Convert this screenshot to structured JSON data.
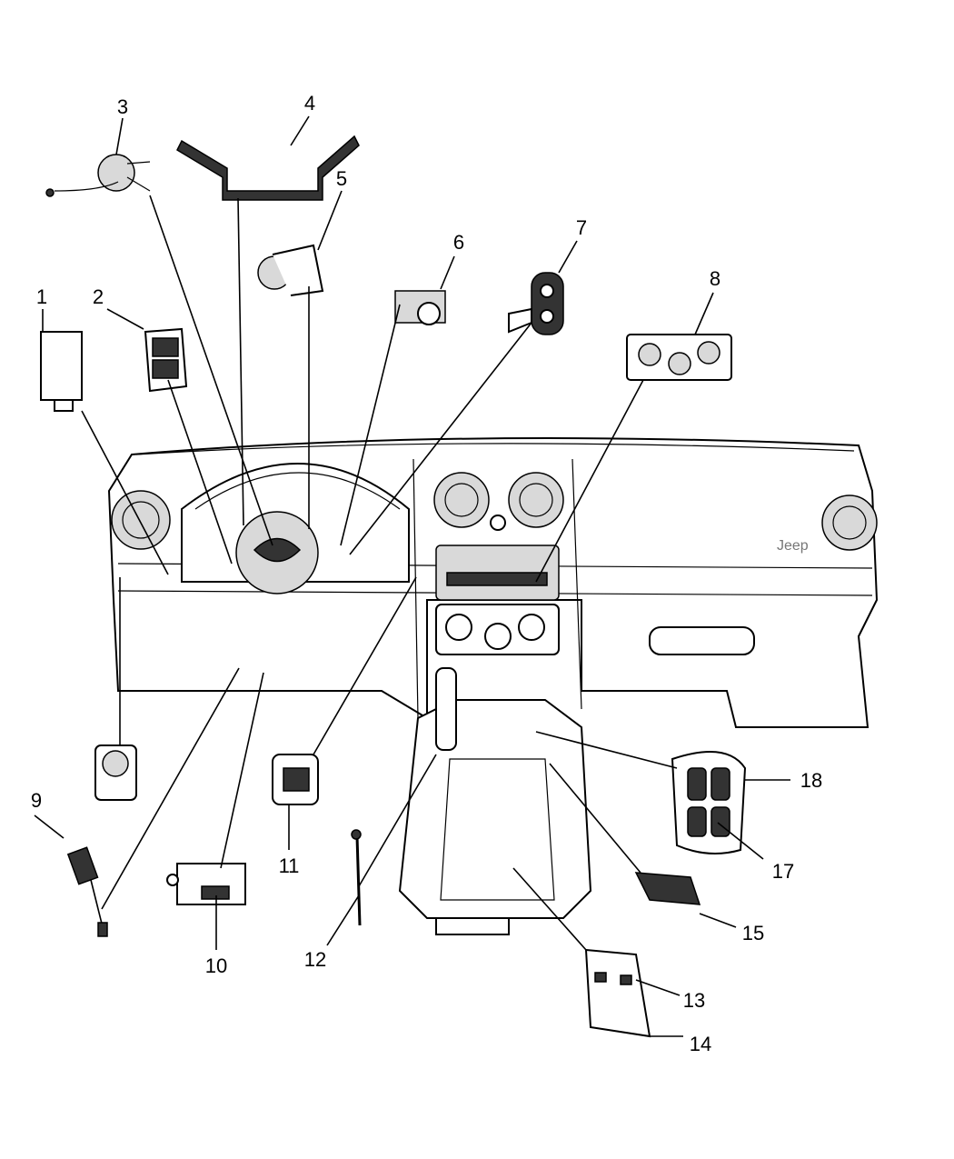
{
  "diagram": {
    "callouts": [
      {
        "id": "1",
        "text": "1"
      },
      {
        "id": "2",
        "text": "2"
      },
      {
        "id": "3",
        "text": "3"
      },
      {
        "id": "4",
        "text": "4"
      },
      {
        "id": "5",
        "text": "5"
      },
      {
        "id": "6",
        "text": "6"
      },
      {
        "id": "7",
        "text": "7"
      },
      {
        "id": "8",
        "text": "8"
      },
      {
        "id": "9",
        "text": "9"
      },
      {
        "id": "10",
        "text": "10"
      },
      {
        "id": "11",
        "text": "11"
      },
      {
        "id": "12",
        "text": "12"
      },
      {
        "id": "13",
        "text": "13"
      },
      {
        "id": "14",
        "text": "14"
      },
      {
        "id": "15",
        "text": "15"
      },
      {
        "id": "17",
        "text": "17"
      },
      {
        "id": "18",
        "text": "18"
      }
    ],
    "dash_badge": "Jeep"
  }
}
